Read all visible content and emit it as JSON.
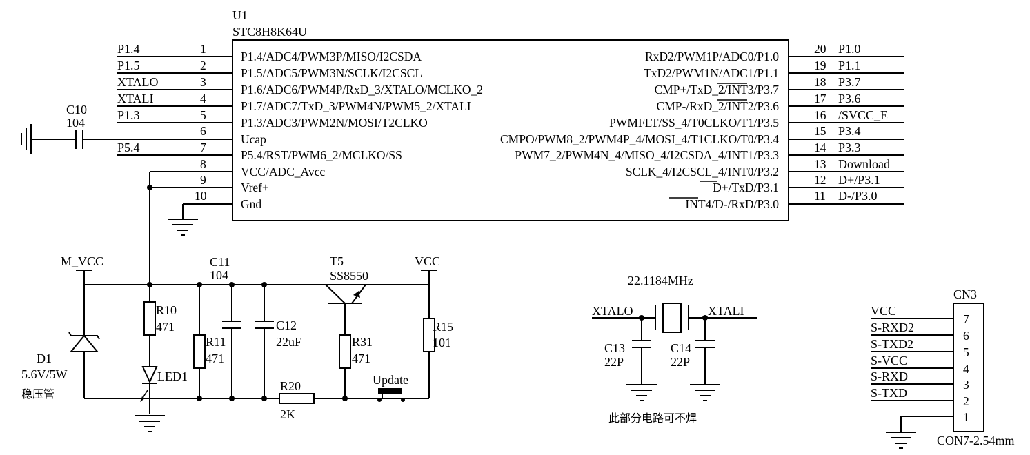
{
  "u1": {
    "ref": "U1",
    "part": "STC8H8K64U",
    "left_pins": [
      {
        "num": "1",
        "net": "P1.4",
        "func": "P1.4/ADC4/PWM3P/MISO/I2CSDA"
      },
      {
        "num": "2",
        "net": "P1.5",
        "func": "P1.5/ADC5/PWM3N/SCLK/I2CSCL"
      },
      {
        "num": "3",
        "net": "XTALO",
        "func": "P1.6/ADC6/PWM4P/RxD_3/XTALO/MCLKO_2"
      },
      {
        "num": "4",
        "net": "XTALI",
        "func": "P1.7/ADC7/TxD_3/PWM4N/PWM5_2/XTALI"
      },
      {
        "num": "5",
        "net": "P1.3",
        "func": "P1.3/ADC3/PWM2N/MOSI/T2CLKO"
      },
      {
        "num": "6",
        "net": "",
        "func": "Ucap"
      },
      {
        "num": "7",
        "net": "P5.4",
        "func": "P5.4/RST/PWM6_2/MCLKO/SS"
      },
      {
        "num": "8",
        "net": "",
        "func": "VCC/ADC_Avcc"
      },
      {
        "num": "9",
        "net": "",
        "func": "Vref+"
      },
      {
        "num": "10",
        "net": "",
        "func": "Gnd"
      }
    ],
    "right_pins": [
      {
        "num": "20",
        "net": "P1.0",
        "func": "RxD2/PWM1P/ADC0/P1.0"
      },
      {
        "num": "19",
        "net": "P1.1",
        "func": "TxD2/PWM1N/ADC1/P1.1"
      },
      {
        "num": "18",
        "net": "P3.7",
        "func": "CMP+/TxD_2/INT3/P3.7"
      },
      {
        "num": "17",
        "net": "P3.6",
        "func": "CMP-/RxD_2/INT2/P3.6"
      },
      {
        "num": "16",
        "net": "/SVCC_E",
        "func": "PWMFLT/SS_4/T0CLKO/T1/P3.5"
      },
      {
        "num": "15",
        "net": "P3.4",
        "func": "CMPO/PWM8_2/PWM4P_4/MOSI_4/T1CLKO/T0/P3.4"
      },
      {
        "num": "14",
        "net": "P3.3",
        "func": "PWM7_2/PWM4N_4/MISO_4/I2CSDA_4/INT1/P3.3"
      },
      {
        "num": "13",
        "net": "Download",
        "func": "SCLK_4/I2CSCL_4/INT0/P3.2"
      },
      {
        "num": "12",
        "net": "D+/P3.1",
        "func": "D+/TxD/P3.1"
      },
      {
        "num": "11",
        "net": "D-/P3.0",
        "func": "INT4/D-/RxD/P3.0"
      }
    ]
  },
  "c10": {
    "ref": "C10",
    "value": "104"
  },
  "power": {
    "mvcc": "M_VCC",
    "vcc": "VCC"
  },
  "d1": {
    "ref": "D1",
    "value": "5.6V/5W",
    "desc": "稳压管"
  },
  "r10": {
    "ref": "R10",
    "value": "471"
  },
  "led1": {
    "ref": "LED1"
  },
  "r11": {
    "ref": "R11",
    "value": "471"
  },
  "c11": {
    "ref": "C11",
    "value": "104"
  },
  "c12": {
    "ref": "C12",
    "value": "22uF"
  },
  "t5": {
    "ref": "T5",
    "part": "SS8550"
  },
  "r31": {
    "ref": "R31",
    "value": "471"
  },
  "r15": {
    "ref": "R15",
    "value": "101"
  },
  "r20": {
    "ref": "R20",
    "value": "2K"
  },
  "sw": {
    "label": "Update"
  },
  "crystal": {
    "freq": "22.1184MHz",
    "left_net": "XTALO",
    "right_net": "XTALI",
    "c13": {
      "ref": "C13",
      "value": "22P"
    },
    "c14": {
      "ref": "C14",
      "value": "22P"
    },
    "note": "此部分电路可不焊"
  },
  "cn3": {
    "ref": "CN3",
    "part": "CON7-2.54mm",
    "pins": [
      {
        "num": "7",
        "net": "VCC"
      },
      {
        "num": "6",
        "net": "S-RXD2"
      },
      {
        "num": "5",
        "net": "S-TXD2"
      },
      {
        "num": "4",
        "net": "S-VCC"
      },
      {
        "num": "3",
        "net": "S-RXD"
      },
      {
        "num": "2",
        "net": "S-TXD"
      },
      {
        "num": "1",
        "net": ""
      }
    ]
  }
}
